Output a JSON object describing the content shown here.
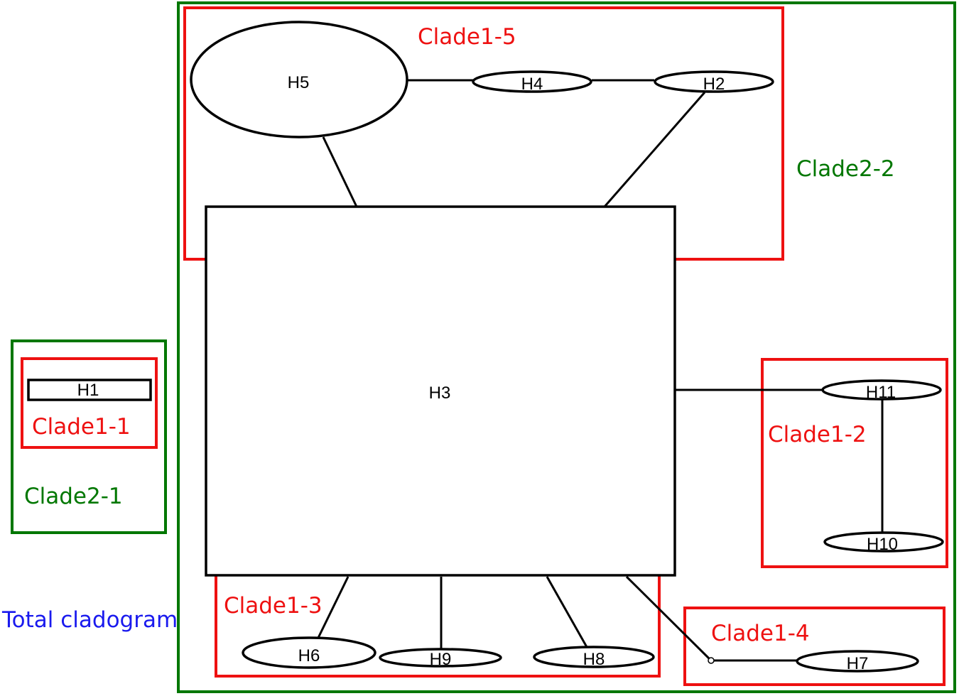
{
  "colors": {
    "clade1": "#ee1111",
    "clade2": "#007700",
    "total": "#1a1aee",
    "node": "#000000"
  },
  "total_label": "Total cladogram",
  "clades": {
    "clade1_1": "Clade1-1",
    "clade1_2": "Clade1-2",
    "clade1_3": "Clade1-3",
    "clade1_4": "Clade1-4",
    "clade1_5": "Clade1-5",
    "clade2_1": "Clade2-1",
    "clade2_2": "Clade2-2"
  },
  "nodes": {
    "h1": "H1",
    "h2": "H2",
    "h3": "H3",
    "h4": "H4",
    "h5": "H5",
    "h6": "H6",
    "h7": "H7",
    "h8": "H8",
    "h9": "H9",
    "h10": "H10",
    "h11": "H11"
  }
}
